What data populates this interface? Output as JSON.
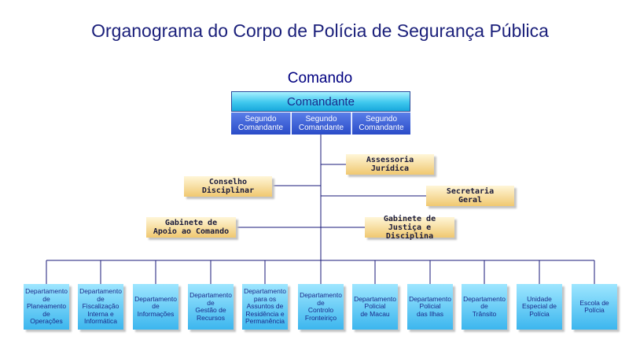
{
  "title": "Organograma do Corpo de Polícia de Segurança Pública",
  "section": "Comando",
  "commander": "Comandante",
  "deputies": [
    "Segundo\nComandante",
    "Segundo\nComandante",
    "Segundo\nComandante"
  ],
  "advisory": {
    "assessoria": "Assessoria\nJurídica",
    "conselho": "Conselho\nDisciplinar",
    "secretaria": "Secretaria\nGeral",
    "gabinete_apoio": "Gabinete de\nApoio ao Comando",
    "gabinete_justica": "Gabinete de\nJustiça e Disciplina"
  },
  "departments": [
    "Departamento\nde\nPlaneamento\nde\nOperações",
    "Departamento\nde\nFiscalização\nInterna e\nInformática",
    "Departamento\nde\nInformações",
    "Departamento\nde\nGestão de\nRecursos",
    "Departamento\npara os\nAssuntos de\nResidência e\nPermanência",
    "Departamento\nde\nControlo\nFronteiriço",
    "Departamento\nPolicial\nde Macau",
    "Departamento\nPolicial\ndas Ilhas",
    "Departamento\nde\nTrânsito",
    "Unidade\nEspecial de\nPolícia",
    "Escola de\nPolícia"
  ]
}
